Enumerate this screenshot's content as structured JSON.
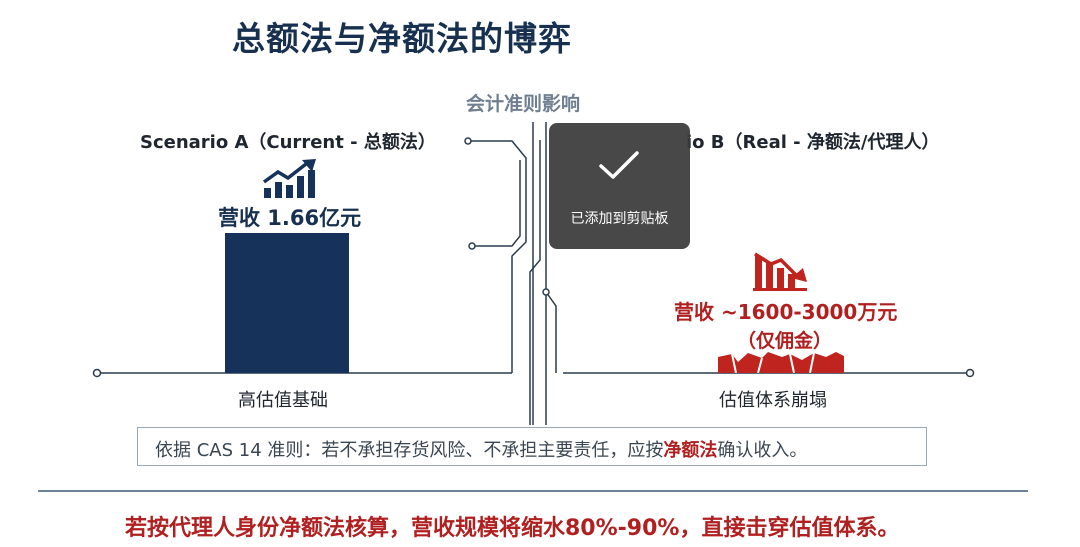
{
  "title": "总额法与净额法的博弈",
  "subtitle": "会计准则影响",
  "scenario_a": {
    "heading": "Scenario A（Current - 总额法）",
    "revenue_label": "营收 1.66亿元",
    "base_label": "高估值基础",
    "icon": "chart-up-icon"
  },
  "scenario_b": {
    "heading": "io B（Real - 净额法/代理人）",
    "revenue_label": "营收 ~1600-3000万元",
    "revenue_note": "（仅佣金）",
    "base_label": "估值体系崩塌",
    "icon": "chart-down-icon"
  },
  "rule": {
    "prefix": "依据 CAS 14 准则：若不承担存货风险、不承担主要责任，应按",
    "highlight": "净额法",
    "suffix": "确认收入。"
  },
  "conclusion": "若按代理人身份净额法核算，营收规模将缩水80%-90%，直接击穿估值体系。",
  "toast": {
    "message": "已添加到剪贴板",
    "icon": "checkmark-icon"
  },
  "colors": {
    "navy": "#17325a",
    "accent_red": "#b02020",
    "toast_bg": "#383838"
  }
}
